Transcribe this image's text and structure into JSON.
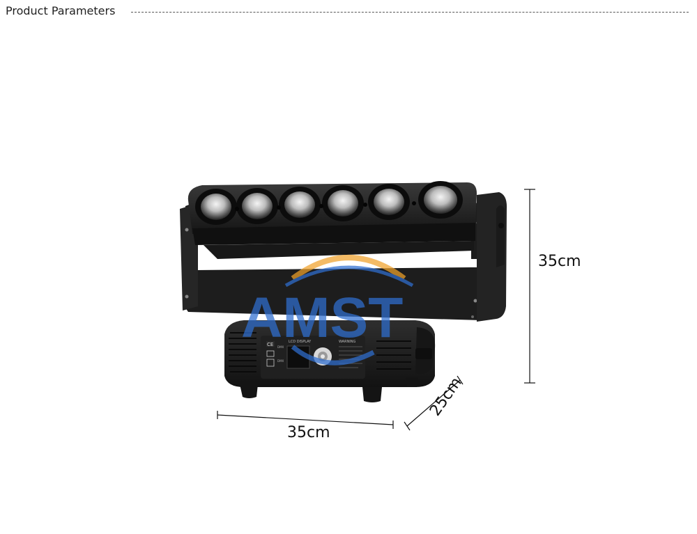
{
  "header": {
    "title": "Product Parameters"
  },
  "product": {
    "name": "LED beam moving head bar",
    "lens_count": 6,
    "panel": {
      "display_label": "LCD DISPLAY",
      "warning_label": "WARNING",
      "ports": [
        "DMX",
        "DMX"
      ]
    }
  },
  "watermark": {
    "text": "AMST"
  },
  "dimensions": {
    "height": "35cm",
    "width": "35cm",
    "depth": "25cm"
  },
  "colors": {
    "background": "#ffffff",
    "body": "#1c1c1c",
    "watermark_blue": "#2f6fd1",
    "watermark_orange": "#f0a22a"
  }
}
